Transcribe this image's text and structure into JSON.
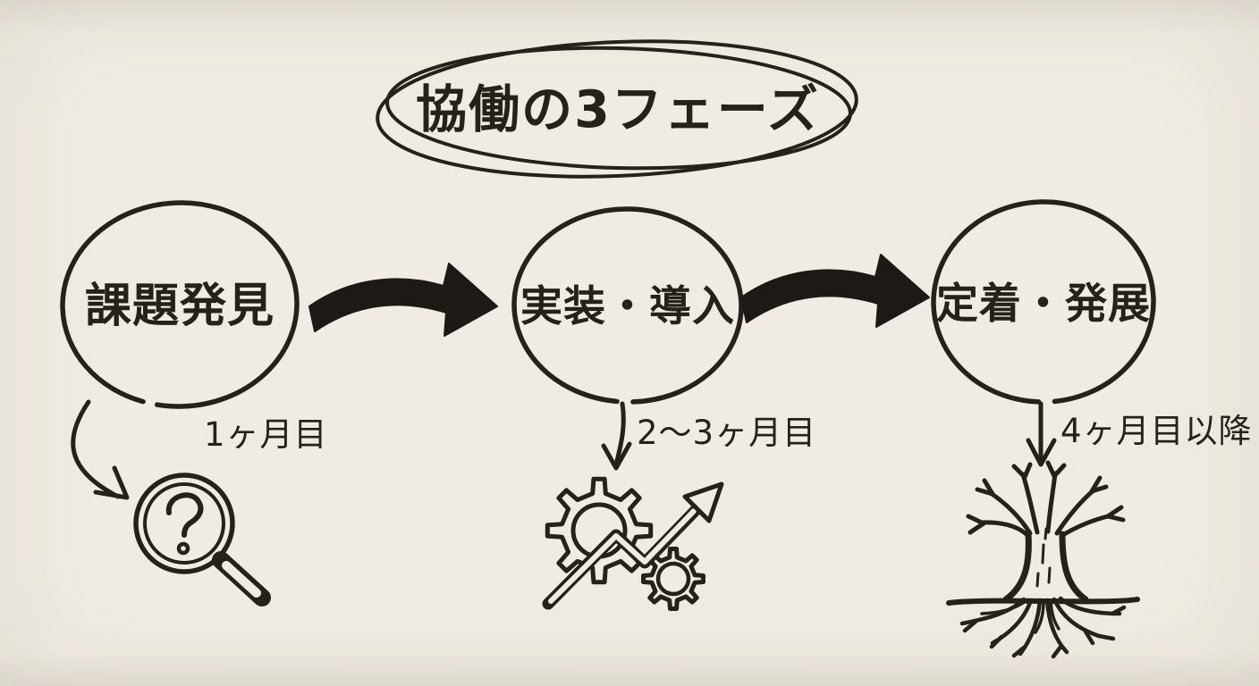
{
  "title": {
    "text": "協働の3フェーズ"
  },
  "phases": [
    {
      "label": "課題発見",
      "duration": "1ヶ月目",
      "icon": "magnifying-glass-question"
    },
    {
      "label": "実装・導入",
      "duration": "2〜3ヶ月目",
      "icon": "gears-growth-arrow"
    },
    {
      "label": "定着・発展",
      "duration": "4ヶ月目以降",
      "icon": "tree-with-roots"
    }
  ],
  "colors": {
    "paper": "#F0ECE3",
    "ink": "#26221B",
    "arrow": "#1D1A15"
  }
}
